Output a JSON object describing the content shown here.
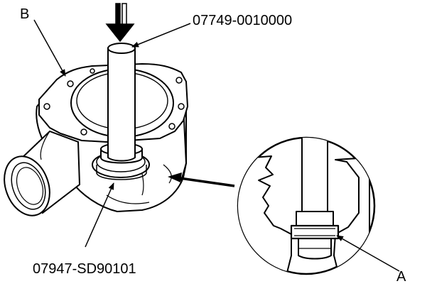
{
  "labels": {
    "letter_b": "B",
    "tool_top": "07749-0010000",
    "tool_bottom": "07947-SD90101",
    "letter_a": "A"
  }
}
